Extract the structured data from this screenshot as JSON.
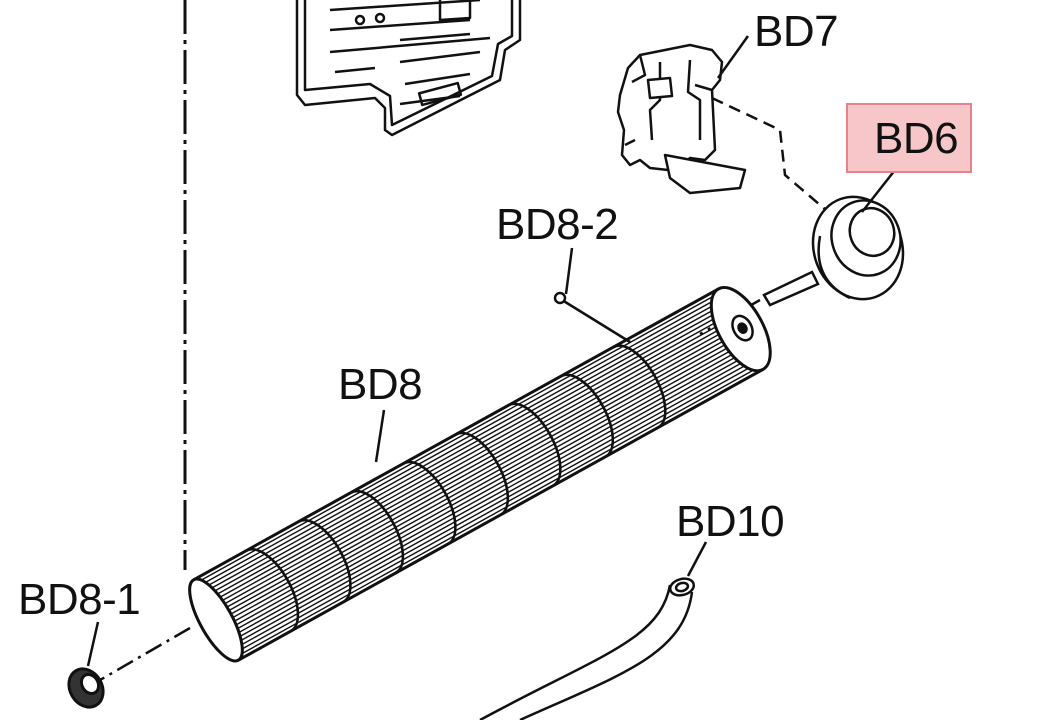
{
  "diagram": {
    "labels": {
      "bd7": "BD7",
      "bd6": "BD6",
      "bd8_2": "BD8-2",
      "bd8": "BD8",
      "bd10": "BD10",
      "bd8_1": "BD8-1"
    },
    "highlight_label": "BD6",
    "colors": {
      "line": "#111111",
      "highlight_fill": "#f7c6c9",
      "highlight_border": "#e8828a",
      "background": "#ffffff"
    }
  }
}
